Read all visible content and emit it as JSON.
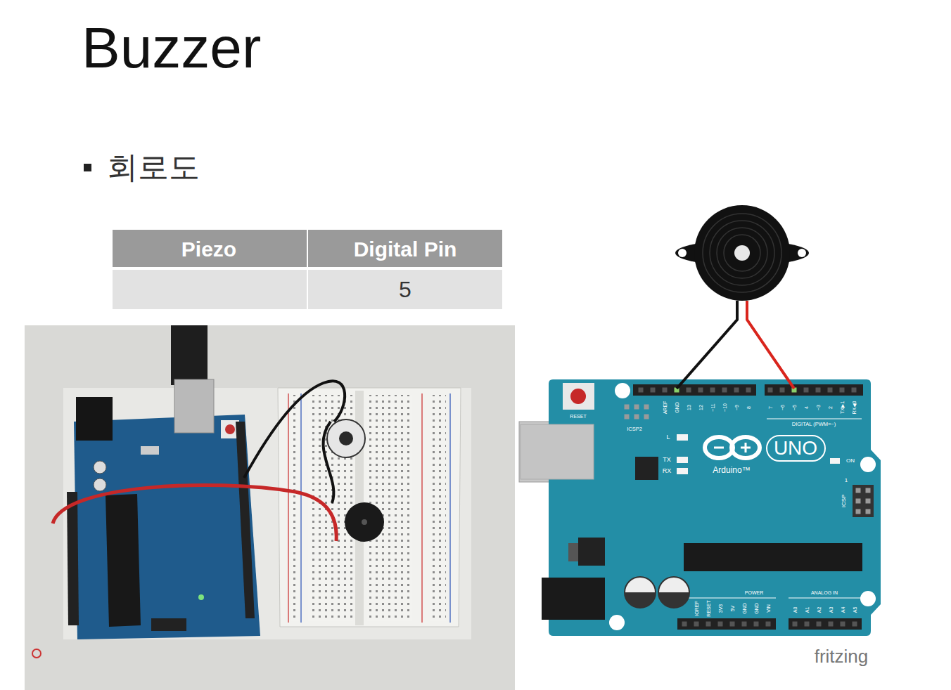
{
  "diagram": {
    "title": "Buzzer",
    "labels": [
      "회로도",
      "Piezo",
      "Digital Pin",
      "5",
      "RESET",
      "ICSP2",
      "AREF",
      "GND",
      "13",
      "12",
      "~11",
      "~10",
      "~9",
      "8",
      "7",
      "~6",
      "~5",
      "4",
      "~3",
      "2",
      "TX▶1",
      "RX◀0",
      "DIGITAL (PWM=~)",
      "L",
      "TX",
      "RX",
      "UNO",
      "Arduino™",
      "ON",
      "1",
      "ICSP",
      "IOREF",
      "RESET",
      "3V3",
      "5V",
      "GND",
      "GND",
      "VIN",
      "POWER",
      "ANALOG IN",
      "A0",
      "A1",
      "A2",
      "A3",
      "A4",
      "A5",
      "fritzing"
    ]
  }
}
